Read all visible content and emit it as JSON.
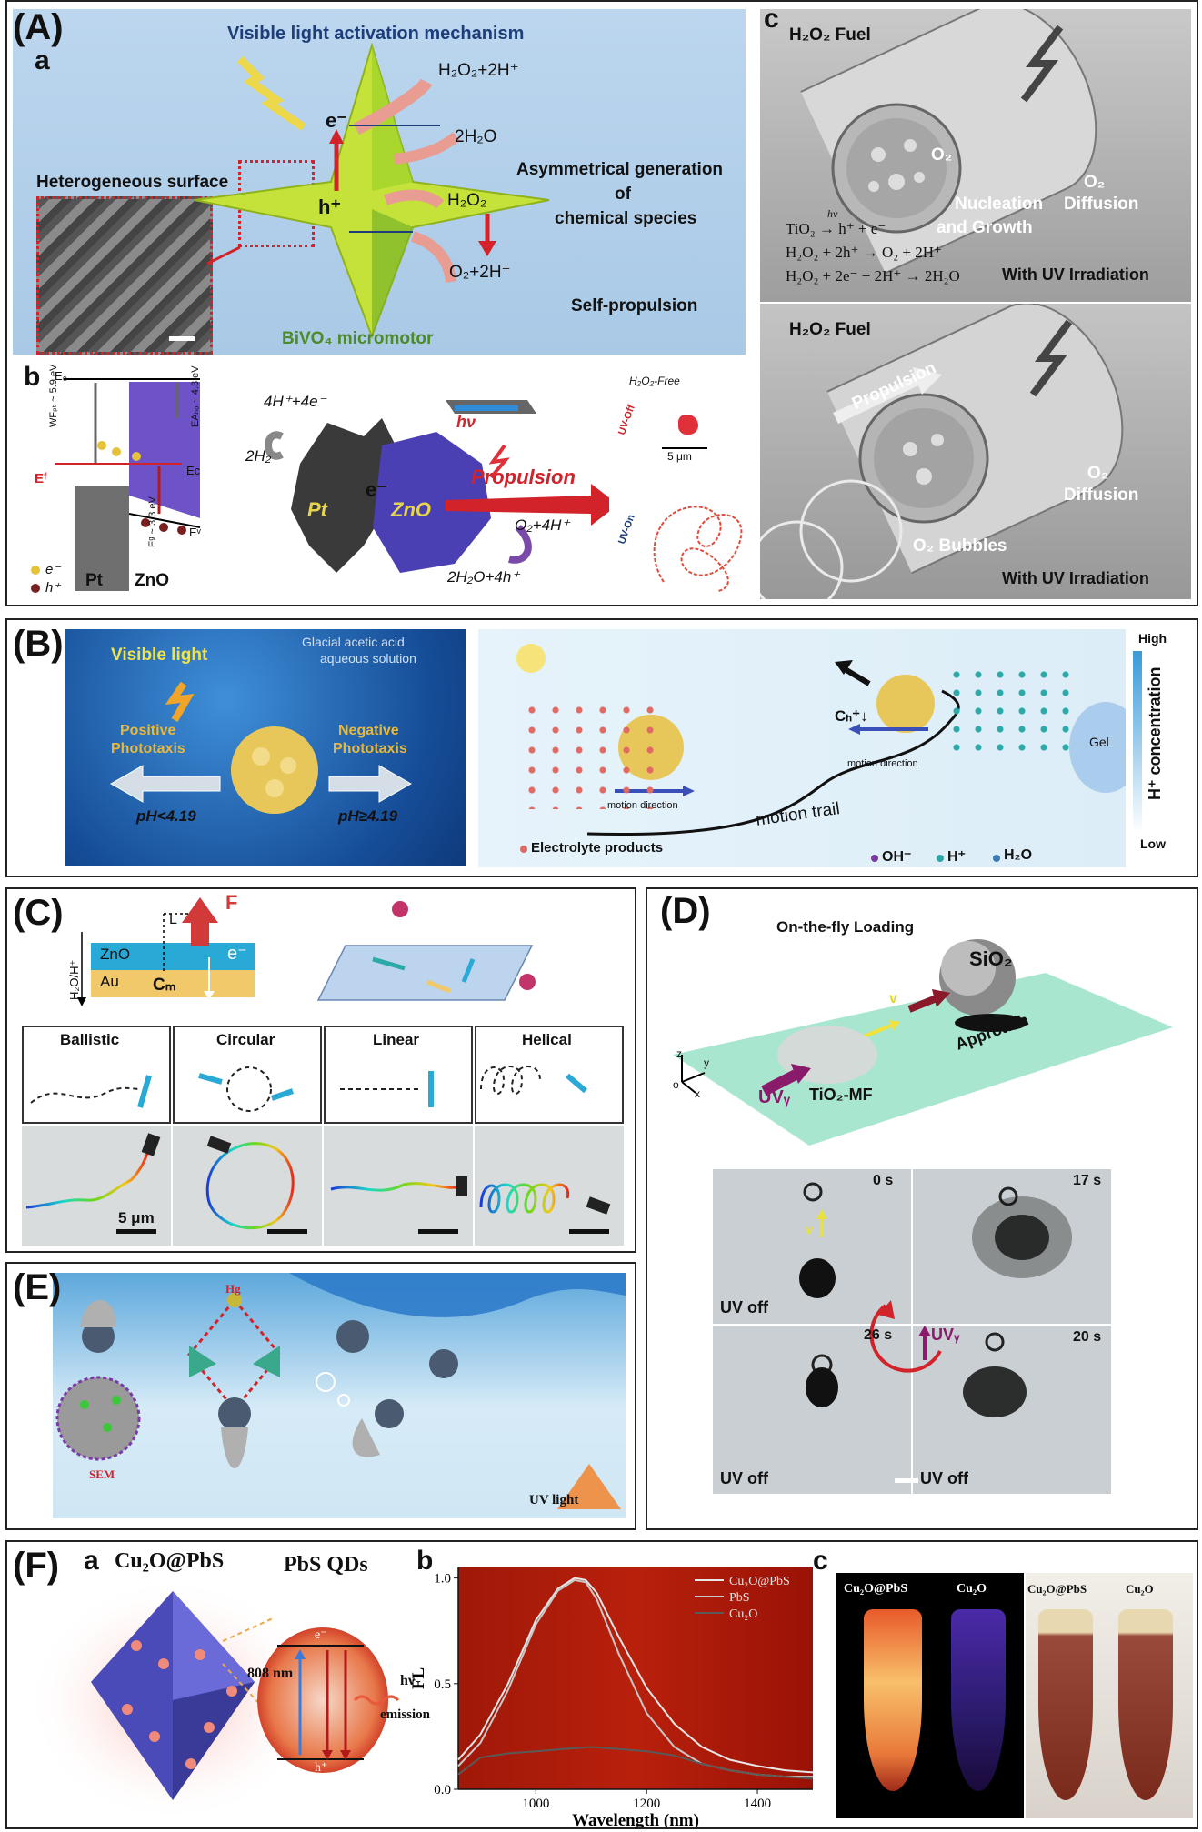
{
  "panelA": {
    "label": "(A)",
    "a": {
      "label": "a",
      "title": "Visible light activation mechanism",
      "heterogeneous": "Heterogeneous surface",
      "eminus": "e⁻",
      "hplus": "h⁺",
      "r1": "H₂O₂+2H⁺",
      "r2": "2H₂O",
      "r3": "H₂O₂",
      "r4": "O₂+2H⁺",
      "asym1": "Asymmetrical generation",
      "asym2": "of",
      "asym3": "chemical species",
      "selfprop": "Self-propulsion",
      "micromotor": "BiVO₄ micromotor"
    },
    "b": {
      "label": "b",
      "e0": "E₀",
      "wf": "WFₚₜ ~ 5.9 eV",
      "ea": "EAₕₒ ~ 4.3 eV",
      "ec": "Eᴄ",
      "ef": "Eᶠ",
      "eg": "Eᵍ ~ 3.3 eV",
      "ev": "Eᵛ",
      "pt": "Pt",
      "zno": "ZnO",
      "legend_e": "e⁻",
      "legend_h": "h⁺",
      "r_top": "4H⁺+4e⁻",
      "r_h2": "2H₂",
      "hv": "hν",
      "e_center": "e⁻",
      "pt_center": "Pt",
      "zno_center": "ZnO",
      "propulsion": "Propulsion",
      "o2": "O₂+4H⁺",
      "h2o": "2H₂O+4h⁺",
      "free": "H₂O₂-Free",
      "uvoff": "UV-Off",
      "scale": "5 μm",
      "uvon": "UV-On"
    },
    "c": {
      "label": "c",
      "fuel_top": "H₂O₂ Fuel",
      "o2_top": "O₂",
      "nucleation1": "Nucleation",
      "nucleation2": "and Growth",
      "diffusion_top": "Diffusion",
      "o2_diff_top": "O₂",
      "eq1": "TiO₂ → h⁺ + e⁻",
      "eq2": "H₂O₂ + 2h⁺ → O₂ + 2H⁺",
      "eq3": "H₂O₂ + 2e⁻ + 2H⁺ → 2H₂O",
      "hv_small": "hν",
      "uv_top": "With UV Irradiation",
      "fuel_bottom": "H₂O₂ Fuel",
      "propulsion": "Propulsion",
      "o2_bottom": "O₂",
      "diffusion_bottom": "Diffusion",
      "bubbles": "O₂ Bubbles",
      "uv_bottom": "With UV Irradiation"
    }
  },
  "panelB": {
    "label": "(B)",
    "visible": "Visible light",
    "glacial1": "Glacial acetic acid",
    "glacial2": "aqueous solution",
    "pos1": "Positive",
    "pos2": "Phototaxis",
    "neg1": "Negative",
    "neg2": "Phototaxis",
    "ph_low": "pH<4.19",
    "ph_high": "pH≥4.19",
    "ch": "Cₕ⁺↓",
    "motion_dir1": "motion direction",
    "motion_dir2": "motion direction",
    "trail": "motion trail",
    "gel": "Gel",
    "electrolyte": "Electrolyte products",
    "oh": "OH⁻",
    "h": "H⁺",
    "h2o": "H₂O",
    "high": "High",
    "low": "Low",
    "conc": "H⁺ concentration"
  },
  "panelC": {
    "label": "(C)",
    "f": "F",
    "l": "L",
    "h2o": "H₂O/H⁺",
    "zno": "ZnO",
    "au": "Au",
    "e": "e⁻",
    "cm": "Cₘ",
    "modes": [
      "Ballistic",
      "Circular",
      "Linear",
      "Helical"
    ],
    "scale": "5 μm"
  },
  "panelD": {
    "label": "(D)",
    "title": "On-the-fly Loading",
    "sio2": "SiO₂",
    "v": "v",
    "approach": "Approach",
    "uv": "UVᵧ",
    "tio2": "TiO₂-MF",
    "z": "z",
    "y": "y",
    "x": "x",
    "o": "o",
    "t0": "0 s",
    "t17": "17 s",
    "t26": "26 s",
    "t20": "20 s",
    "v_arrow": "v",
    "uv_center": "UVᵧ",
    "uvoff1": "UV off",
    "uvoff2": "UV off",
    "uvoff3": "UV off"
  },
  "panelE": {
    "label": "(E)",
    "hg": "Hg",
    "sem": "SEM",
    "uv": "UV light"
  },
  "panelF": {
    "label": "(F)",
    "a": {
      "label": "a",
      "title": "Cu₂O@PbS",
      "qds": "PbS QDs",
      "nm": "808 nm",
      "hv": "hν",
      "emission": "emission",
      "e": "e⁻",
      "h": "h⁺"
    },
    "b": {
      "label": "b"
    },
    "c": {
      "label": "c",
      "l1": "Cu₂O@PbS",
      "l2": "Cu₂O",
      "l3": "Cu₂O@PbS",
      "l4": "Cu₂O"
    }
  },
  "chart_data": {
    "type": "line",
    "title": "",
    "xlabel": "Wavelength (nm)",
    "ylabel": "FL",
    "xlim": [
      860,
      1500
    ],
    "ylim": [
      0,
      1.05
    ],
    "xticks": [
      "1000",
      "1200",
      "1400"
    ],
    "yticks": [
      "0.0",
      "0.5",
      "1.0"
    ],
    "legend_position": "top-right",
    "series": [
      {
        "name": "Cu₂O@PbS",
        "color": "#e8e8e8",
        "x": [
          860,
          900,
          950,
          1000,
          1040,
          1070,
          1090,
          1110,
          1150,
          1200,
          1250,
          1300,
          1350,
          1400,
          1450,
          1500
        ],
        "y": [
          0.14,
          0.26,
          0.5,
          0.8,
          0.95,
          1.0,
          0.99,
          0.93,
          0.72,
          0.48,
          0.31,
          0.2,
          0.14,
          0.11,
          0.09,
          0.08
        ]
      },
      {
        "name": "PbS",
        "color": "#c8c8c8",
        "x": [
          860,
          900,
          950,
          1000,
          1040,
          1070,
          1090,
          1110,
          1150,
          1200,
          1250,
          1300,
          1350,
          1400,
          1450,
          1500
        ],
        "y": [
          0.11,
          0.22,
          0.47,
          0.78,
          0.94,
          0.99,
          0.98,
          0.9,
          0.64,
          0.36,
          0.2,
          0.12,
          0.09,
          0.07,
          0.06,
          0.06
        ]
      },
      {
        "name": "Cu₂O",
        "color": "#5a5a5a",
        "x": [
          860,
          900,
          950,
          1000,
          1050,
          1100,
          1150,
          1200,
          1250,
          1300,
          1350,
          1400,
          1450,
          1500
        ],
        "y": [
          0.07,
          0.15,
          0.17,
          0.18,
          0.19,
          0.2,
          0.19,
          0.18,
          0.16,
          0.12,
          0.09,
          0.07,
          0.06,
          0.05
        ]
      }
    ]
  }
}
